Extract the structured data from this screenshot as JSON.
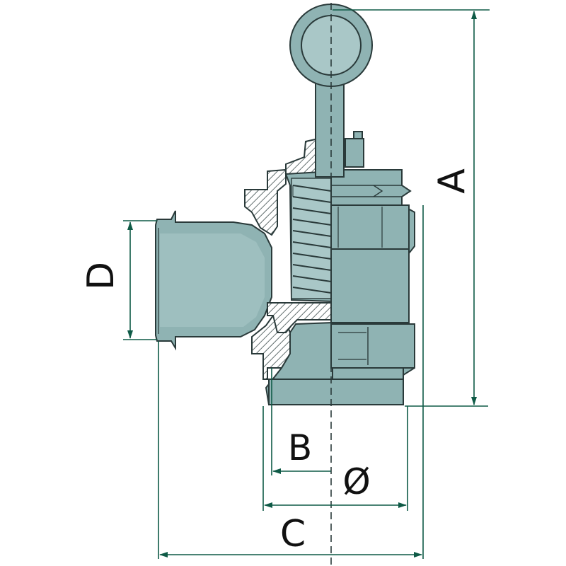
{
  "diagram": {
    "dimension_labels": {
      "A": "A",
      "B": "B",
      "C": "C",
      "D": "D",
      "diameter": "Ø"
    },
    "colors": {
      "body_fill": "#8fb3b3",
      "body_light": "#a9c7c7",
      "body_dark": "#6f9696",
      "outline": "#2a3a3a",
      "dimension_line": "#0e5a46",
      "label": "#111111",
      "hatch": "#3a4a4a",
      "background": "#ffffff"
    }
  }
}
